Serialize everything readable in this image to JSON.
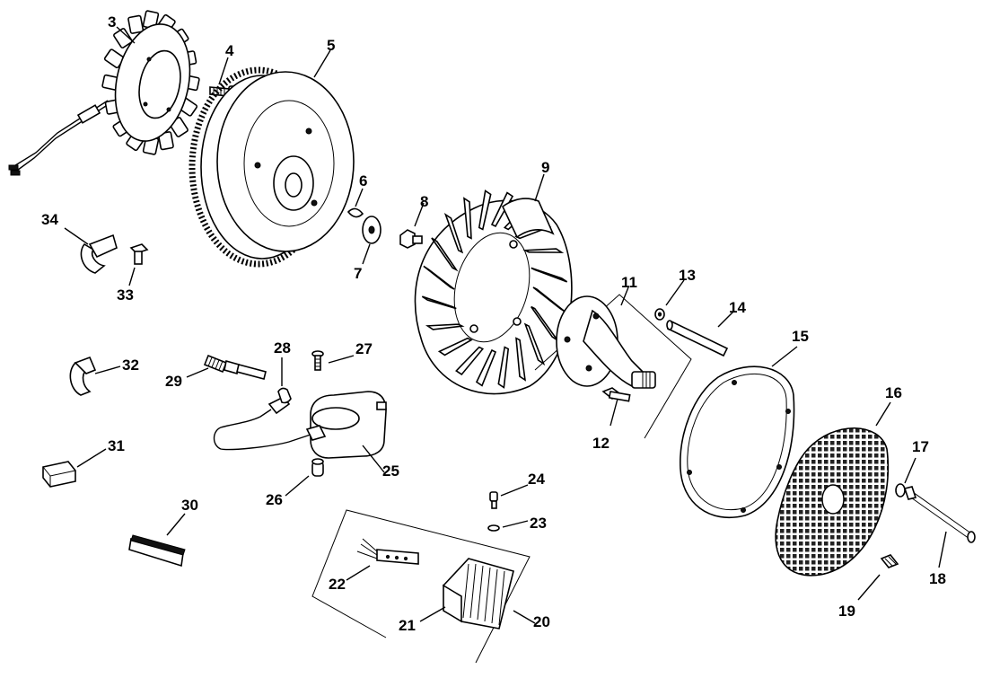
{
  "callouts": [
    {
      "id": "3",
      "label": "3"
    },
    {
      "id": "4",
      "label": "4"
    },
    {
      "id": "5",
      "label": "5"
    },
    {
      "id": "6",
      "label": "6"
    },
    {
      "id": "7",
      "label": "7"
    },
    {
      "id": "8",
      "label": "8"
    },
    {
      "id": "9",
      "label": "9"
    },
    {
      "id": "11",
      "label": "11"
    },
    {
      "id": "12",
      "label": "12"
    },
    {
      "id": "13",
      "label": "13"
    },
    {
      "id": "14",
      "label": "14"
    },
    {
      "id": "15",
      "label": "15"
    },
    {
      "id": "16",
      "label": "16"
    },
    {
      "id": "17",
      "label": "17"
    },
    {
      "id": "18",
      "label": "18"
    },
    {
      "id": "19",
      "label": "19"
    },
    {
      "id": "20",
      "label": "20"
    },
    {
      "id": "21",
      "label": "21"
    },
    {
      "id": "22",
      "label": "22"
    },
    {
      "id": "23",
      "label": "23"
    },
    {
      "id": "24",
      "label": "24"
    },
    {
      "id": "25",
      "label": "25"
    },
    {
      "id": "26",
      "label": "26"
    },
    {
      "id": "27",
      "label": "27"
    },
    {
      "id": "28",
      "label": "28"
    },
    {
      "id": "29",
      "label": "29"
    },
    {
      "id": "30",
      "label": "30"
    },
    {
      "id": "31",
      "label": "31"
    },
    {
      "id": "32",
      "label": "32"
    },
    {
      "id": "33",
      "label": "33"
    },
    {
      "id": "34",
      "label": "34"
    }
  ]
}
